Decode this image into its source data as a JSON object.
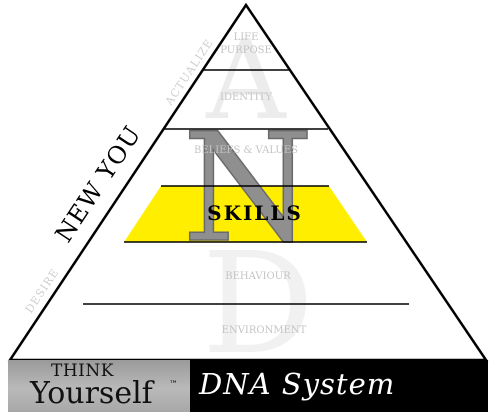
{
  "levels": {
    "life_purpose_line1": "LIFE",
    "life_purpose_line2": "PURPOSE",
    "identity": "IDENTITY",
    "beliefs_values": "BELIEFS & VALUES",
    "skills": "SKILLS",
    "behaviour": "BEHAVIOUR",
    "environment": "ENVIRONMENT"
  },
  "side_labels": {
    "new_you": "NEW YOU",
    "actualize": "ACTUALIZE",
    "desire": "DESIRE"
  },
  "watermark": {
    "a": "A",
    "n": "N",
    "d": "D"
  },
  "footer": {
    "think": "THINK",
    "yourself": "Yourself",
    "trademark": "™",
    "dna_system": "DNA System"
  },
  "colors": {
    "skills_highlight": "#ffee00",
    "outline": "#000000",
    "footer_left": "#a9a9a9",
    "footer_right": "#000000"
  }
}
